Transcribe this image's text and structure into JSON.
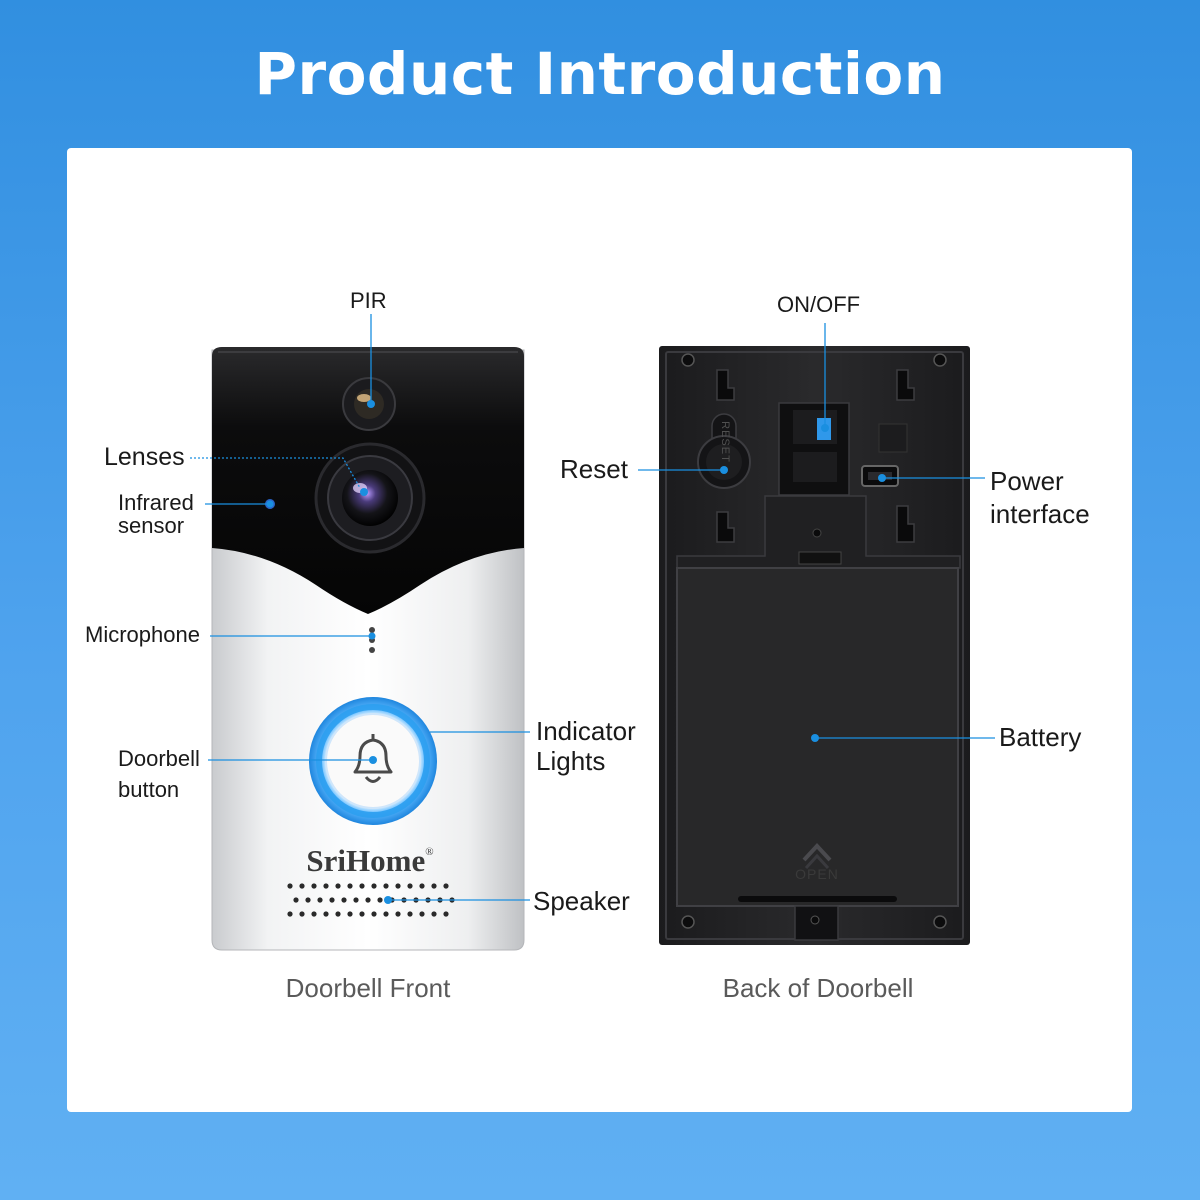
{
  "title": "Product Introduction",
  "brand": {
    "name": "SriHome",
    "mark": "®"
  },
  "front": {
    "caption": "Doorbell Front",
    "labels": {
      "pir": "PIR",
      "lenses": "Lenses",
      "infrared_line1": "Infrared",
      "infrared_line2": "sensor",
      "microphone": "Microphone",
      "doorbell_line1": "Doorbell",
      "doorbell_line2": "button",
      "indicator_line1": "Indicator",
      "indicator_line2": "Lights",
      "speaker": "Speaker"
    }
  },
  "back": {
    "caption": "Back of Doorbell",
    "labels": {
      "onoff": "ON/OFF",
      "reset": "Reset",
      "power_line1": "Power",
      "power_line2": "interface",
      "battery": "Battery"
    },
    "engraved": {
      "reset": "RESET",
      "open": "OPEN"
    }
  },
  "colors": {
    "accent": "#1a8fe0",
    "ring": "#2c9ff0",
    "background": "#318fe0"
  },
  "icons": [
    "bell-icon"
  ]
}
